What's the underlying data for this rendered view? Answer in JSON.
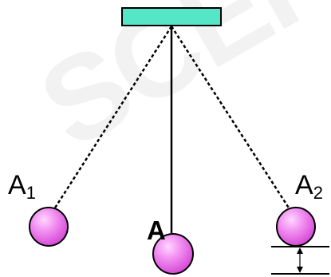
{
  "watermark": "SCER",
  "labels": {
    "left_position": "A",
    "left_subscript": "1",
    "right_position": "A",
    "right_subscript": "2",
    "mean_position": "A"
  },
  "colors": {
    "support": "#55e6c8",
    "bob_main": "#e65ce6",
    "bob_highlight": "#ffd6ff",
    "string": "#000000",
    "line": "#000000"
  }
}
